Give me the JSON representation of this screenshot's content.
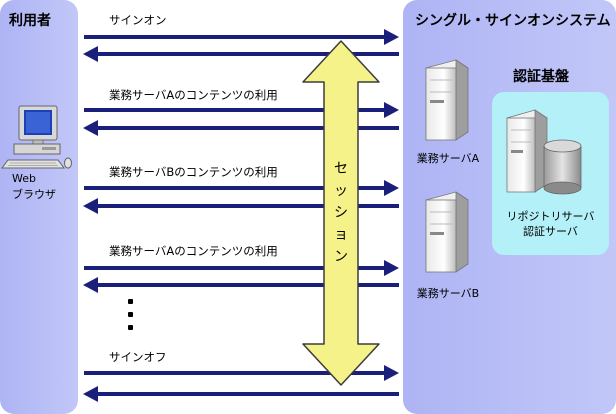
{
  "user_panel": {
    "title": "利用者",
    "browser_line1": "Web",
    "browser_line2": "ブラウザ"
  },
  "sso_panel": {
    "title": "シングル・サインオンシステム",
    "auth_title": "認証基盤",
    "server_a": "業務サーバA",
    "server_b": "業務サーバB",
    "repo_line1": "リポジトリサーバ",
    "repo_line2": "認証サーバ"
  },
  "messages": [
    "サインオン",
    "業務サーバAのコンテンツの利用",
    "業務サーバBのコンテンツの利用",
    "業務サーバAのコンテンツの利用",
    "サインオフ"
  ],
  "session_label": "セッション",
  "colors": {
    "panel": "#b4b9f6",
    "arrow": "#1a1f7a",
    "session_fill": "#f6f28a",
    "session_stroke": "#3c3c3c",
    "auth_box": "#b4f0f8"
  }
}
